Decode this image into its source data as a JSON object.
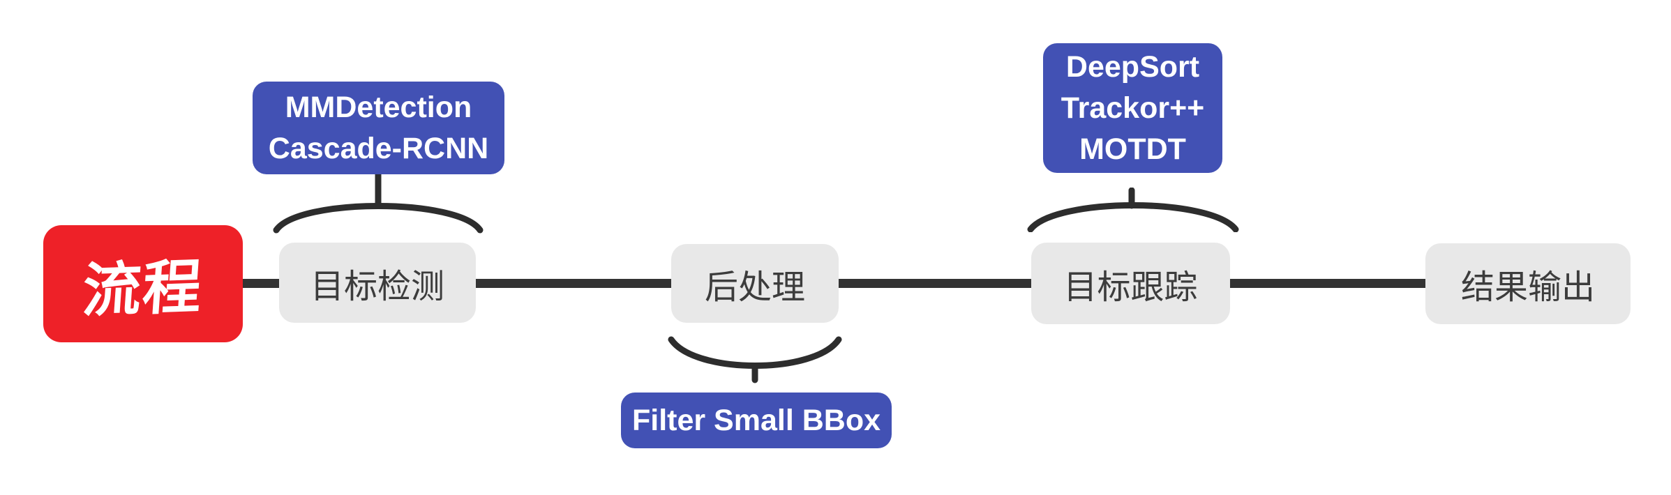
{
  "diagram": {
    "title_node": {
      "label": "流程"
    },
    "flow_nodes": [
      {
        "label": "目标检测"
      },
      {
        "label": "后处理"
      },
      {
        "label": "目标跟踪"
      },
      {
        "label": "结果输出"
      }
    ],
    "annotations": [
      {
        "target": "目标检测",
        "placement": "above",
        "lines": [
          "MMDetection",
          "Cascade-RCNN"
        ]
      },
      {
        "target": "后处理",
        "placement": "below",
        "lines": [
          "Filter Small BBox"
        ]
      },
      {
        "target": "目标跟踪",
        "placement": "above",
        "lines": [
          "DeepSort",
          "Trackor++",
          "MOTDT"
        ]
      }
    ],
    "colors": {
      "root_bg": "#ee2128",
      "root_text": "#ffffff",
      "node_bg": "#e8e8e8",
      "node_text": "#3c3c3c",
      "annotation_bg": "#4251b4",
      "annotation_text": "#ffffff",
      "connector": "#333333"
    }
  }
}
